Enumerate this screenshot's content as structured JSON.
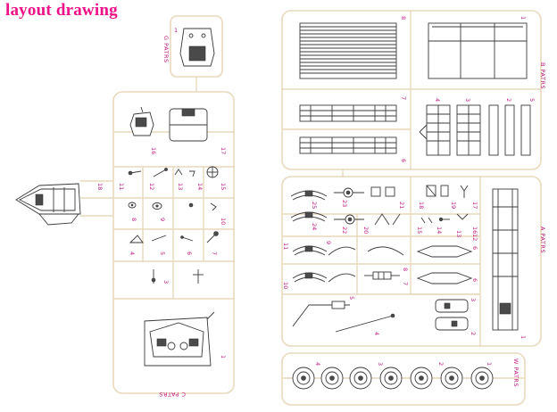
{
  "title": "layout drawing",
  "panels": {
    "g": "G PATRS",
    "b": "B PATRS",
    "a": "A PATRS",
    "w": "W PATRS",
    "c": "C PATRS"
  },
  "part_numbers": {
    "g": [
      "1"
    ],
    "b": [
      "8",
      "1",
      "7",
      "6",
      "4",
      "3",
      "2",
      "5"
    ],
    "c": [
      "16",
      "17",
      "18",
      "11",
      "12",
      "13",
      "14",
      "15",
      "8",
      "9",
      "10",
      "4",
      "5",
      "6",
      "7",
      "3",
      "1"
    ],
    "a": [
      "25",
      "24",
      "23",
      "22",
      "21",
      "20",
      "18",
      "19",
      "17",
      "16",
      "15",
      "14",
      "13",
      "12",
      "11",
      "10",
      "9",
      "8",
      "7",
      "6",
      "5",
      "4",
      "3",
      "2",
      "1"
    ],
    "w": [
      "4",
      "3",
      "2",
      "1"
    ]
  },
  "colors": {
    "title": "#ee1188",
    "labels": "#c0187c",
    "frame": "#e9d9bc",
    "ink": "#3a3a3a"
  }
}
